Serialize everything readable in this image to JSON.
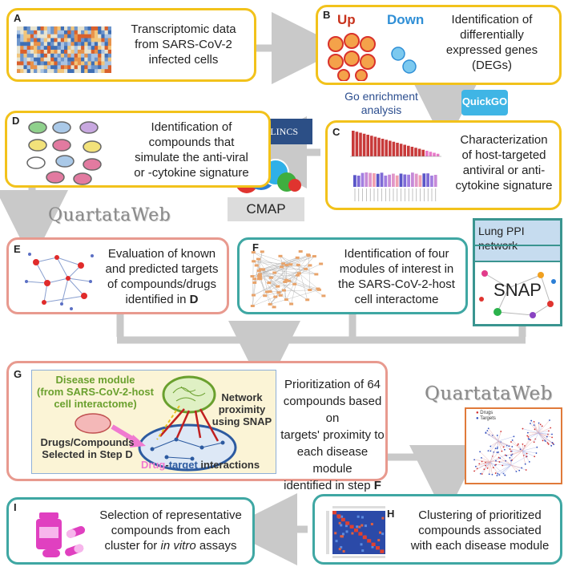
{
  "panels": {
    "A": {
      "letter": "A",
      "text": [
        "Transcriptomic data",
        "from SARS-CoV-2",
        "infected cells"
      ]
    },
    "B": {
      "letter": "B",
      "up": "Up",
      "down": "Down",
      "text": [
        "Identification of",
        "differentially",
        "expressed genes",
        "(DEGs)"
      ]
    },
    "C": {
      "letter": "C",
      "text": [
        "Characterization",
        "of host-targeted",
        "antiviral or anti-",
        "cytokine signature"
      ]
    },
    "D": {
      "letter": "D",
      "text": [
        "Identification of",
        "compounds that",
        "simulate the anti-viral",
        "or -cytokine signature"
      ]
    },
    "E": {
      "letter": "E",
      "text": [
        "Evaluation of known",
        "and predicted targets",
        "of compounds/drugs",
        "identified in "
      ],
      "bold_tail": "D"
    },
    "F": {
      "letter": "F",
      "text": [
        "Identification of four",
        "modules of interest in",
        "the SARS-CoV-2-host",
        "cell interactome"
      ]
    },
    "G": {
      "letter": "G",
      "text": [
        "Prioritization of 64",
        "compounds based on",
        "targets' proximity to",
        "each disease module",
        "identified in step "
      ],
      "bold_tail": "F",
      "inset": {
        "disease_module": [
          "Disease module",
          "(from SARS-CoV-2-host",
          "cell interactome)"
        ],
        "network": [
          "Network",
          "proximity",
          "using SNAP"
        ],
        "drugs": [
          "Drugs/Compounds",
          "Selected in Step D"
        ],
        "drug_word": "Drug",
        "dash": "-",
        "target_word": "target",
        "interactions": " interactions"
      }
    },
    "H": {
      "letter": "H",
      "text": [
        "Clustering of prioritized",
        "compounds associated",
        "with each disease module"
      ]
    },
    "I": {
      "letter": "I",
      "text": [
        "Selection of representative",
        "compounds from each",
        "cluster for "
      ],
      "italic_tail": "in vitro",
      "tail_rest": " assays"
    }
  },
  "side": {
    "go_enrichment": [
      "Go enrichment",
      "analysis"
    ],
    "quickgo": "QuickGO",
    "nihlincs": "NIHLINCS",
    "cmap": "CMAP",
    "quartataweb": "QuartataWeb",
    "lung_ppi": [
      "Lung PPI",
      "network"
    ],
    "snap": "SNAP",
    "drugs_legend": [
      "Drugs",
      "Targets"
    ]
  },
  "colors": {
    "yellow": "#f2c21b",
    "red": "#e89a8f",
    "teal": "#3fa7a3",
    "up": "#c8331d",
    "down": "#2f8fd6",
    "go_text": "#2c4e8f"
  }
}
